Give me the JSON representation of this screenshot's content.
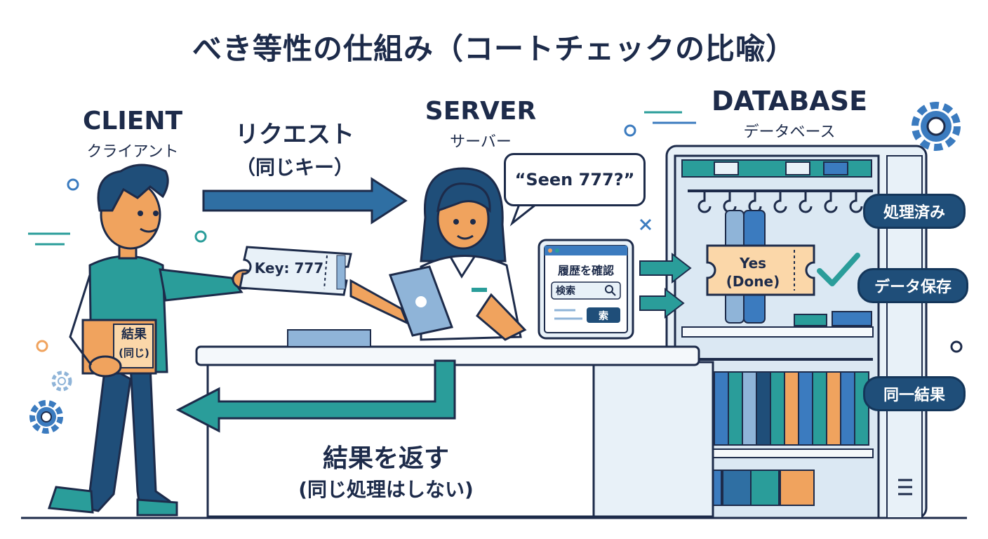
{
  "title": "べき等性の仕組み（コートチェックの比喩）",
  "client": {
    "en": "CLIENT",
    "jp": "クライアント",
    "box_line1": "結果",
    "box_line2": "(同じ)"
  },
  "request": {
    "line1": "リクエスト",
    "line2": "（同じキー）"
  },
  "server": {
    "en": "SERVER",
    "jp": "サーバー",
    "speech": "“Seen 777?”"
  },
  "ticket": {
    "key": "Key: 777"
  },
  "tablet": {
    "title": "履歴を確認",
    "search_label": "検索",
    "button": "索"
  },
  "database": {
    "en": "DATABASE",
    "jp": "データベース",
    "ticket_line1": "Yes",
    "ticket_line2": "(Done)",
    "labels": [
      "処理済み",
      "データ保存",
      "同一結果"
    ]
  },
  "response": {
    "line1": "結果を返す",
    "line2": "(同じ処理はしない)"
  },
  "colors": {
    "navy": "#1d2b4a",
    "teal": "#2a9d9a",
    "blue": "#3b7bbf",
    "orange": "#f0a35e",
    "pill": "#1f4e79",
    "light": "#e8f1f8"
  }
}
